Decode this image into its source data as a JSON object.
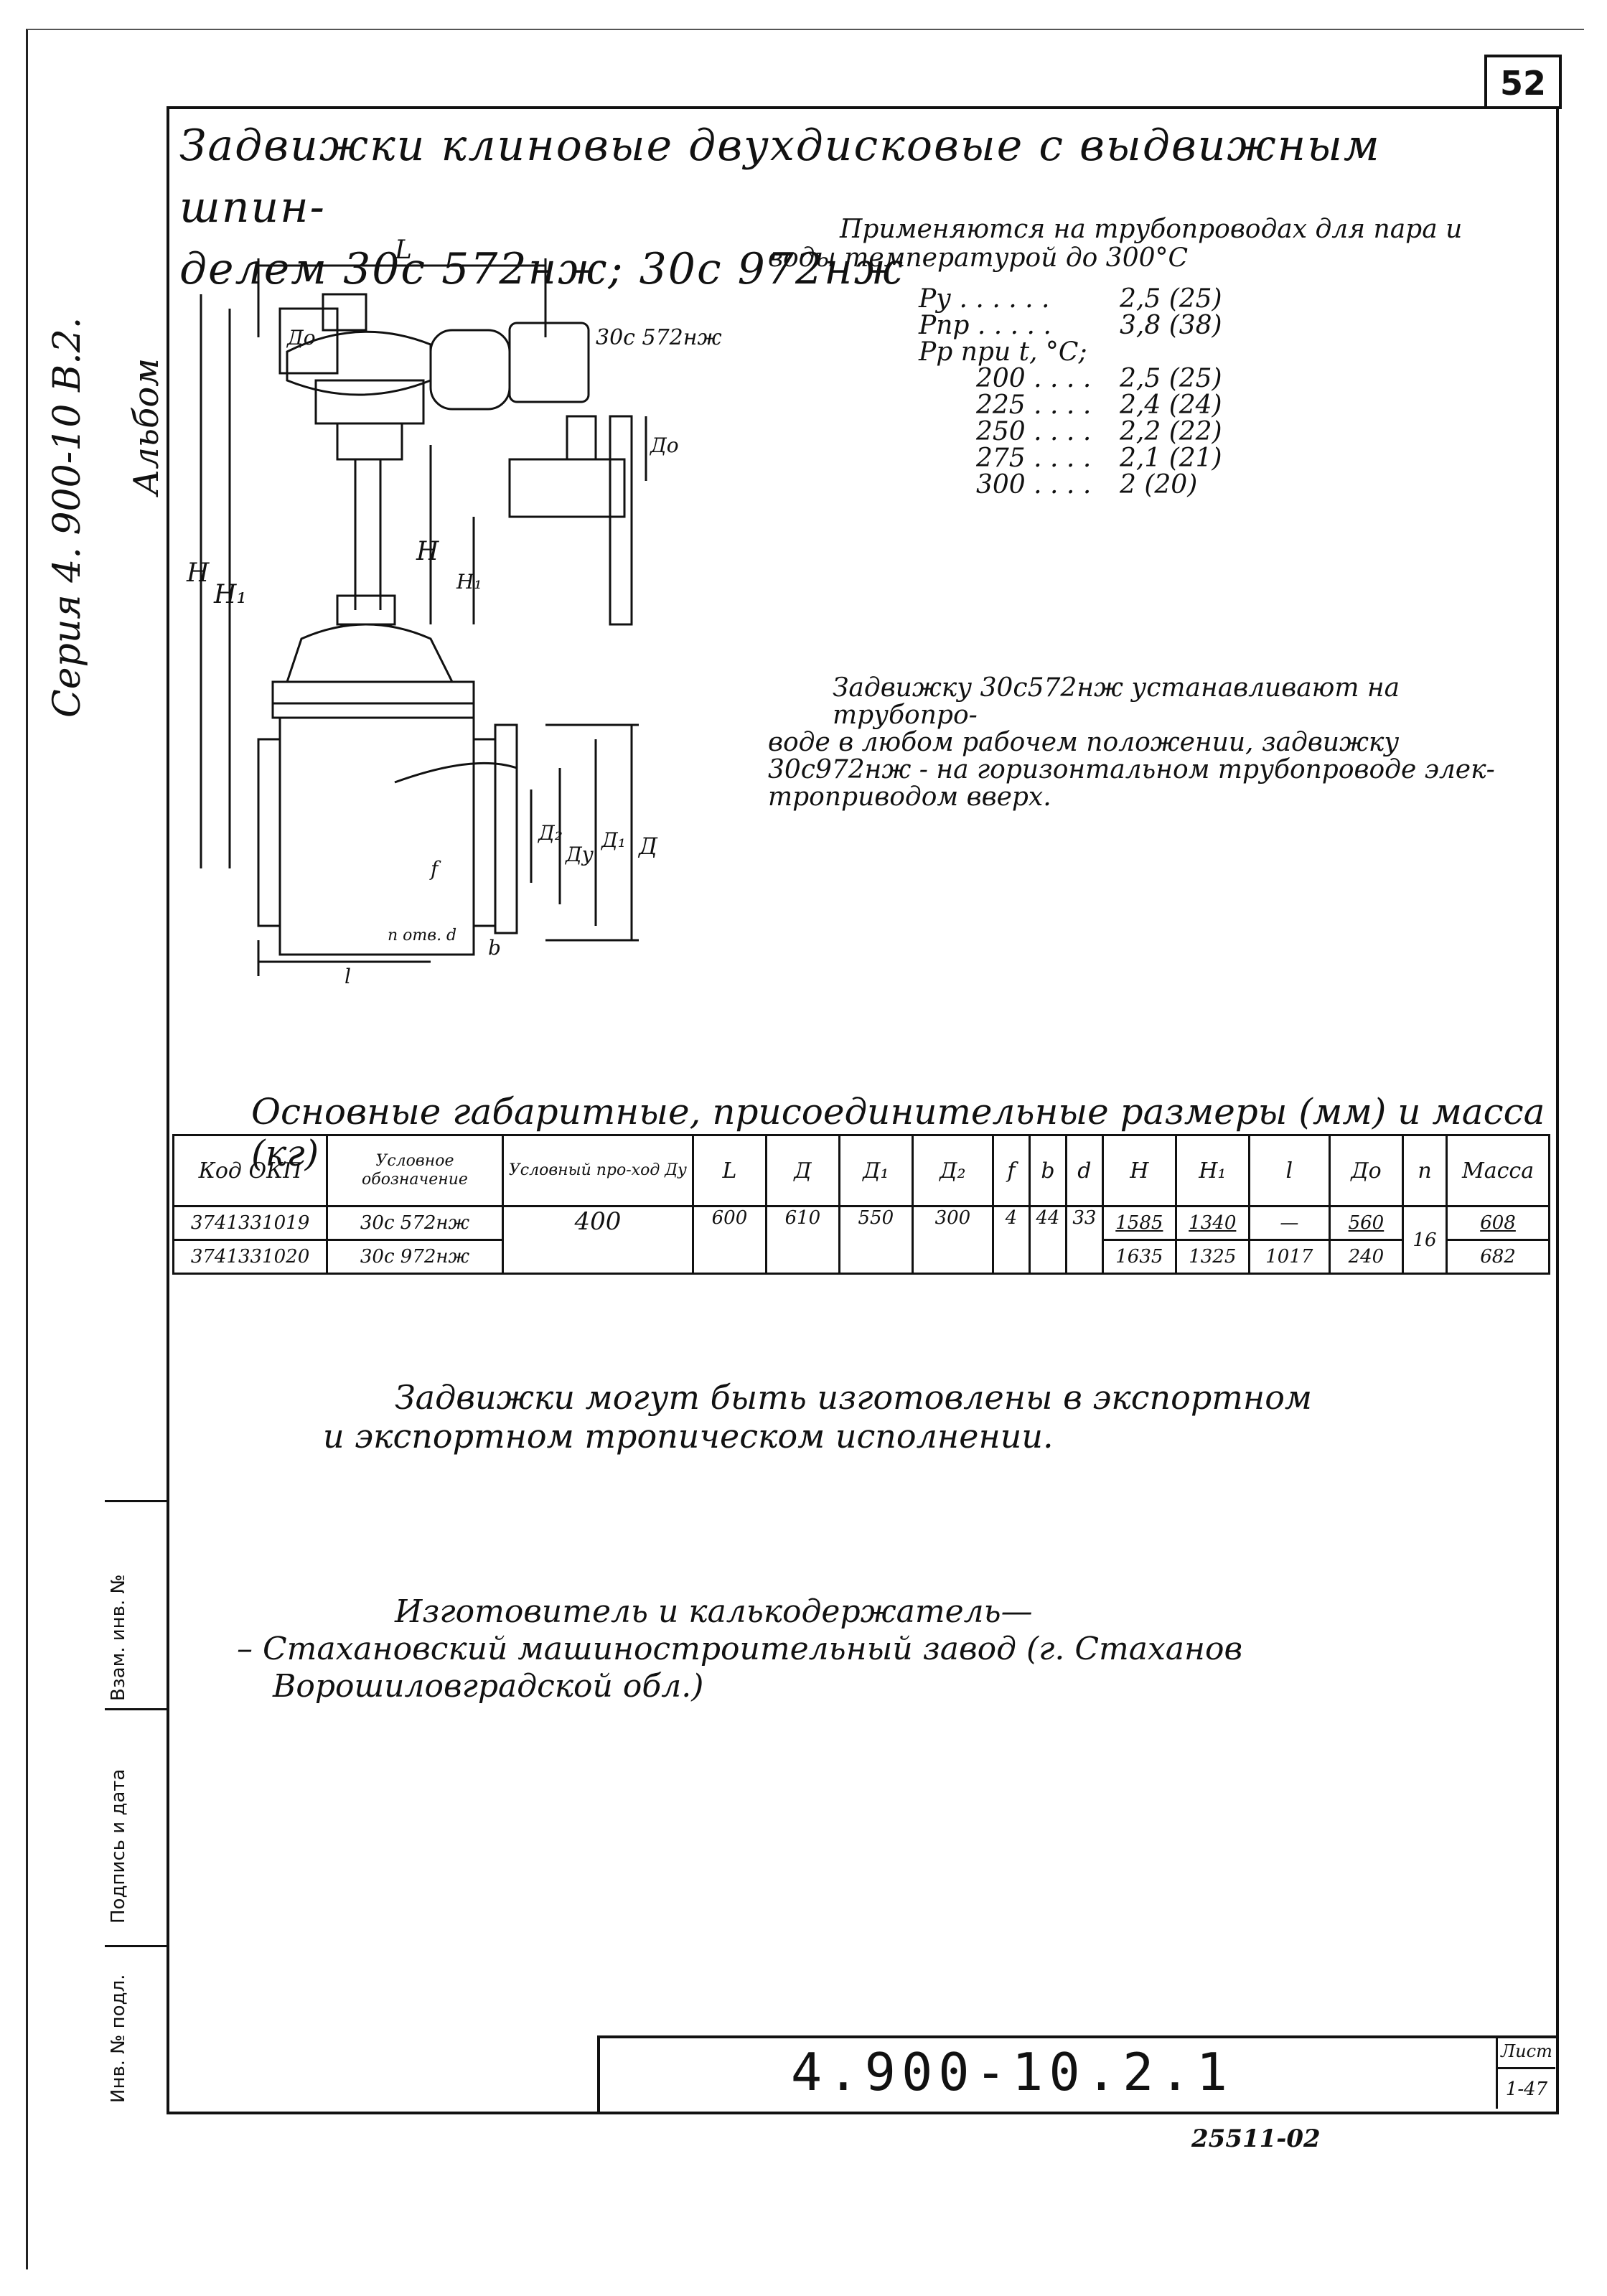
{
  "page_number": "52",
  "side": {
    "series": "Серия 4. 900-10  В.2.",
    "album": "Альбом",
    "inv_no": "Инв. № подл.",
    "signature": "Подпись и дата",
    "replace_inv": "Взам. инв. №"
  },
  "title": {
    "line1": "Задвижки клиновые двухдисковые с выдвижным шпин-",
    "line2": "делем 30с 572нж; 30с 972нж"
  },
  "application": {
    "line1": "Применяются на трубопроводах для пара и",
    "line2": "воды температурой до 300°С"
  },
  "params": [
    {
      "k": "Pу . . . . . .",
      "v": "2,5 (25)"
    },
    {
      "k": "Pпр . . . . .",
      "v": "3,8 (38)"
    },
    {
      "k": "Pр при t, °С;",
      "v": ""
    },
    {
      "k": "200 . . . .",
      "v": "2,5 (25)"
    },
    {
      "k": "225 . . . .",
      "v": "2,4 (24)"
    },
    {
      "k": "250 . . . .",
      "v": "2,2 (22)"
    },
    {
      "k": "275 . . . .",
      "v": "2,1 (21)"
    },
    {
      "k": "300 . . . .",
      "v": "2 (20)"
    }
  ],
  "drawing": {
    "model_label": "30с 572нж",
    "dim_L": "L",
    "dim_H": "H",
    "dim_H1": "H₁",
    "dim_Do": "Дo",
    "dim_Dy": "Ду",
    "dim_D": "Д",
    "dim_D1": "Д₁",
    "dim_D2": "Д₂",
    "dim_f": "f",
    "dim_b": "b",
    "dim_l": "l",
    "holes": "n отв. d"
  },
  "install_note": {
    "line1": "Задвижку 30с572нж устанавливают на трубопро-",
    "line2": "воде в любом рабочем положении, задвижку",
    "line3": "30с972нж - на горизонтальном трубопроводе элек-",
    "line4": "троприводом вверх."
  },
  "table_title": "Основные габаритные, присоединительные размеры (мм) и масса (кг)",
  "table": {
    "headers": [
      "Код ОКП",
      "Условное обозначение",
      "Условный про-ход Ду",
      "L",
      "Д",
      "Д₁",
      "Д₂",
      "f",
      "b",
      "d",
      "H",
      "H₁",
      "l",
      "Дo",
      "n",
      "Масса"
    ],
    "rows": [
      {
        "okp": "3741331019",
        "name": "30с 572нж",
        "dy": "400",
        "L": "600",
        "D": "610",
        "D1": "550",
        "D2": "300",
        "f": "4",
        "b": "44",
        "d": "33",
        "H": "1585",
        "H1": "1340",
        "l": "—",
        "Do": "560",
        "n": "16",
        "mass": "608"
      },
      {
        "okp": "3741331020",
        "name": "30с 972нж",
        "dy": "",
        "L": "",
        "D": "",
        "D1": "",
        "D2": "",
        "f": "",
        "b": "",
        "d": "",
        "H": "1635",
        "H1": "1325",
        "l": "1017",
        "Do": "240",
        "n": "",
        "mass": "682"
      }
    ]
  },
  "note_export": {
    "line1": "Задвижки могут быть изготовлены в экспортном",
    "line2": "и экспортном тропическом исполнении."
  },
  "manufacturer": {
    "line1": "Изготовитель и калькодержатель—",
    "line2": "– Стахановский машиностроительный завод (г. Стаханов",
    "line3": "Ворошиловградской обл.)"
  },
  "doc_code": "4.900-10.2.1",
  "sheet_label": "Лист",
  "sheet_value": "1-47",
  "stamp": "25511-02"
}
